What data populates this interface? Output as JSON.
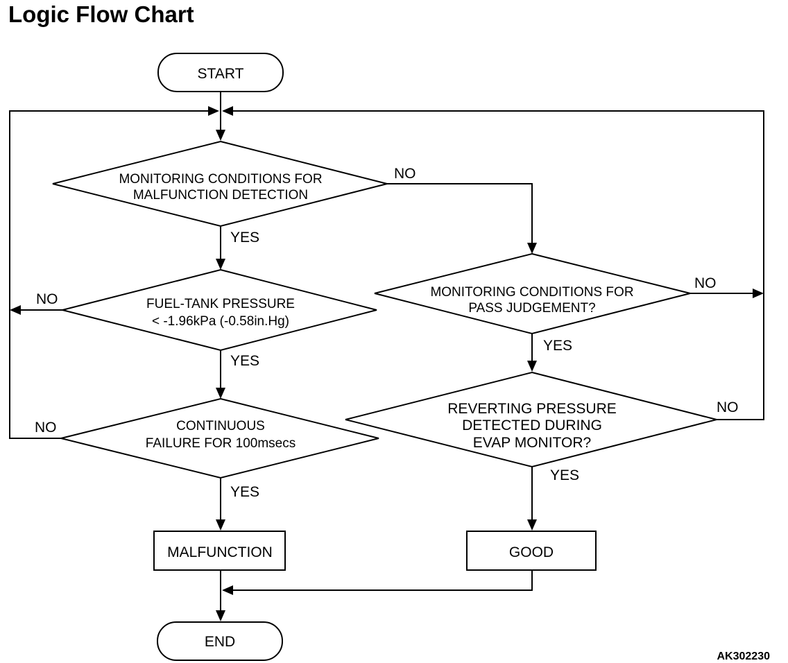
{
  "title": "Logic Flow Chart",
  "figure_code": "AK302230",
  "nodes": {
    "start": "START",
    "monitoring_malfunction": {
      "line1": "MONITORING CONDITIONS FOR",
      "line2": "MALFUNCTION DETECTION"
    },
    "fuel_tank": {
      "line1": "FUEL-TANK PRESSURE",
      "line2": "< -1.96kPa (-0.58in.Hg)"
    },
    "continuous": {
      "line1": "CONTINUOUS",
      "line2": "FAILURE FOR 100msecs"
    },
    "malfunction": "MALFUNCTION",
    "end": "END",
    "monitoring_pass": {
      "line1": "MONITORING CONDITIONS FOR",
      "line2": "PASS JUDGEMENT?"
    },
    "reverting": {
      "line1": "REVERTING PRESSURE",
      "line2": "DETECTED DURING",
      "line3": "EVAP MONITOR?"
    },
    "good": "GOOD"
  },
  "edge_labels": {
    "yes": "YES",
    "no": "NO"
  }
}
